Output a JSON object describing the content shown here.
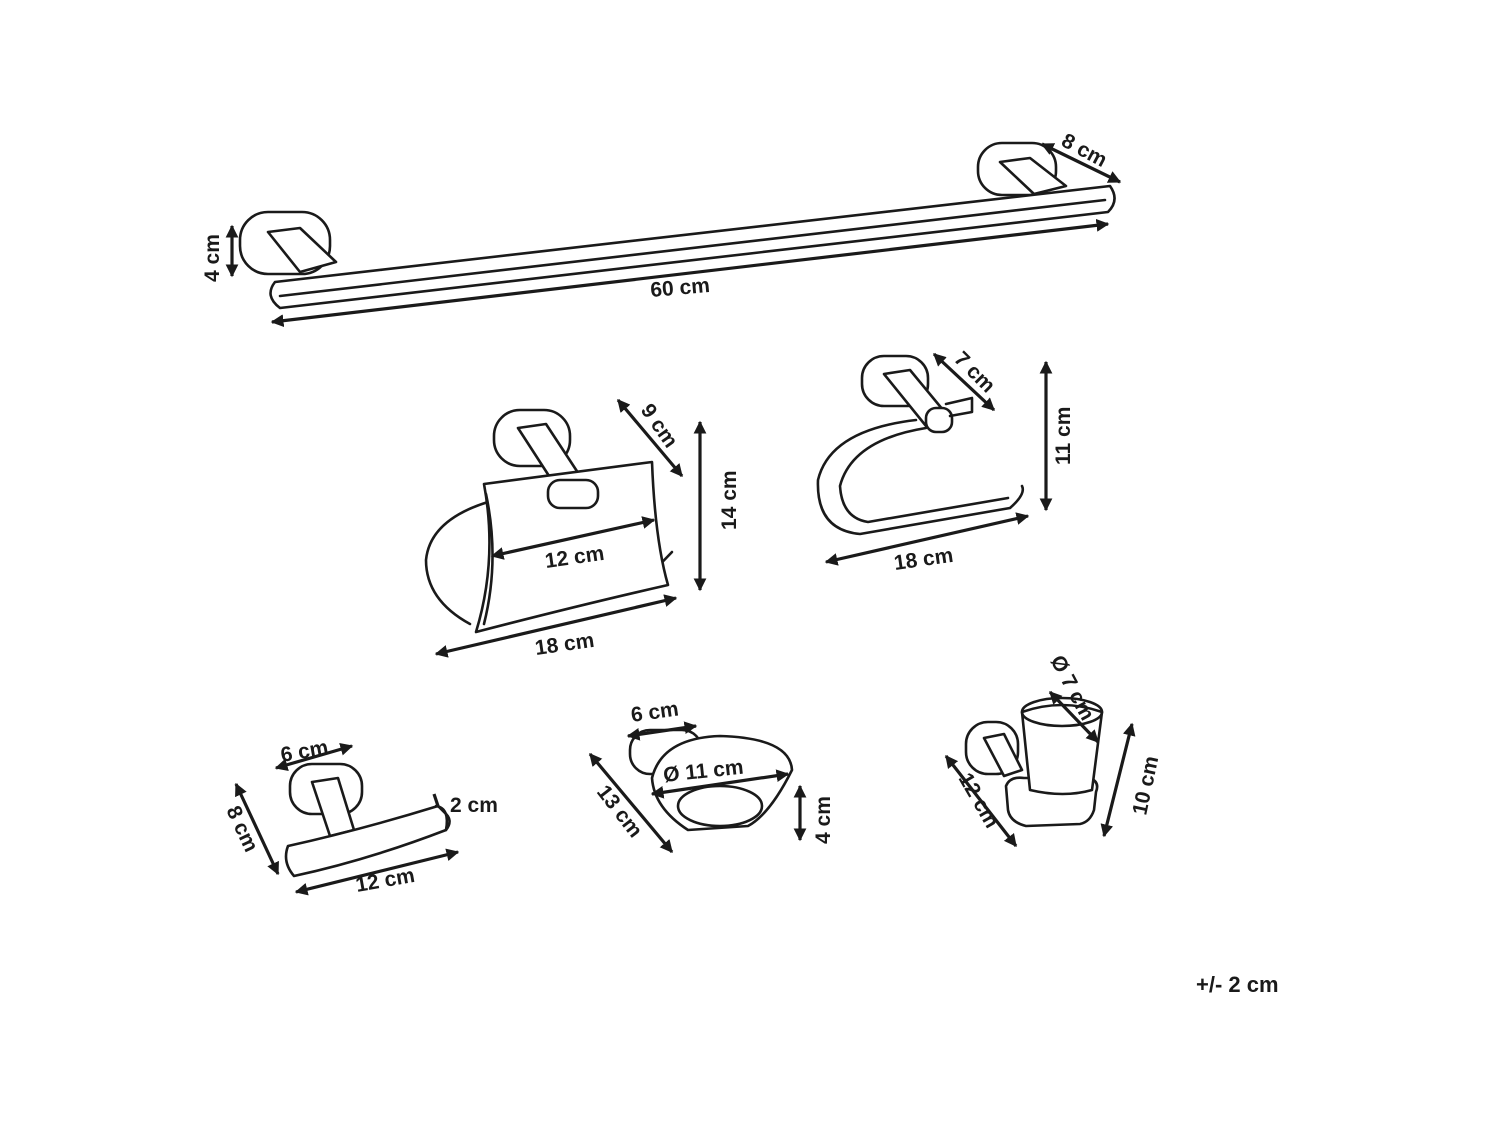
{
  "products": [
    {
      "name": "towel-bar",
      "dimensions": [
        "60 cm",
        "4 cm",
        "8 cm"
      ]
    },
    {
      "name": "toilet-paper-holder",
      "dimensions": [
        "18 cm",
        "12 cm",
        "14 cm",
        "9 cm"
      ]
    },
    {
      "name": "towel-ring",
      "dimensions": [
        "18 cm",
        "11 cm",
        "7 cm"
      ]
    },
    {
      "name": "robe-hook",
      "dimensions": [
        "6 cm",
        "8 cm",
        "12 cm",
        "2 cm"
      ]
    },
    {
      "name": "soap-dish",
      "dimensions": [
        "6 cm",
        "Ø 11 cm",
        "13 cm",
        "4 cm"
      ]
    },
    {
      "name": "tumbler-holder",
      "dimensions": [
        "Ø 7 cm",
        "12 cm",
        "10 cm"
      ]
    }
  ],
  "labels": {
    "bar_length": "60 cm",
    "bar_height": "4 cm",
    "bar_depth": "8 cm",
    "tp_width": "18 cm",
    "tp_cover": "12 cm",
    "tp_height": "14 cm",
    "tp_depth": "9 cm",
    "ring_width": "18 cm",
    "ring_height": "11 cm",
    "ring_depth": "7 cm",
    "hook_depth": "6 cm",
    "hook_height": "8 cm",
    "hook_width": "12 cm",
    "hook_thick": "2 cm",
    "soap_depth": "6 cm",
    "soap_diam": "Ø 11 cm",
    "soap_length": "13 cm",
    "soap_height": "4 cm",
    "cup_diam": "Ø 7 cm",
    "cup_depth": "12 cm",
    "cup_height": "10 cm"
  },
  "tolerance": "+/- 2 cm"
}
